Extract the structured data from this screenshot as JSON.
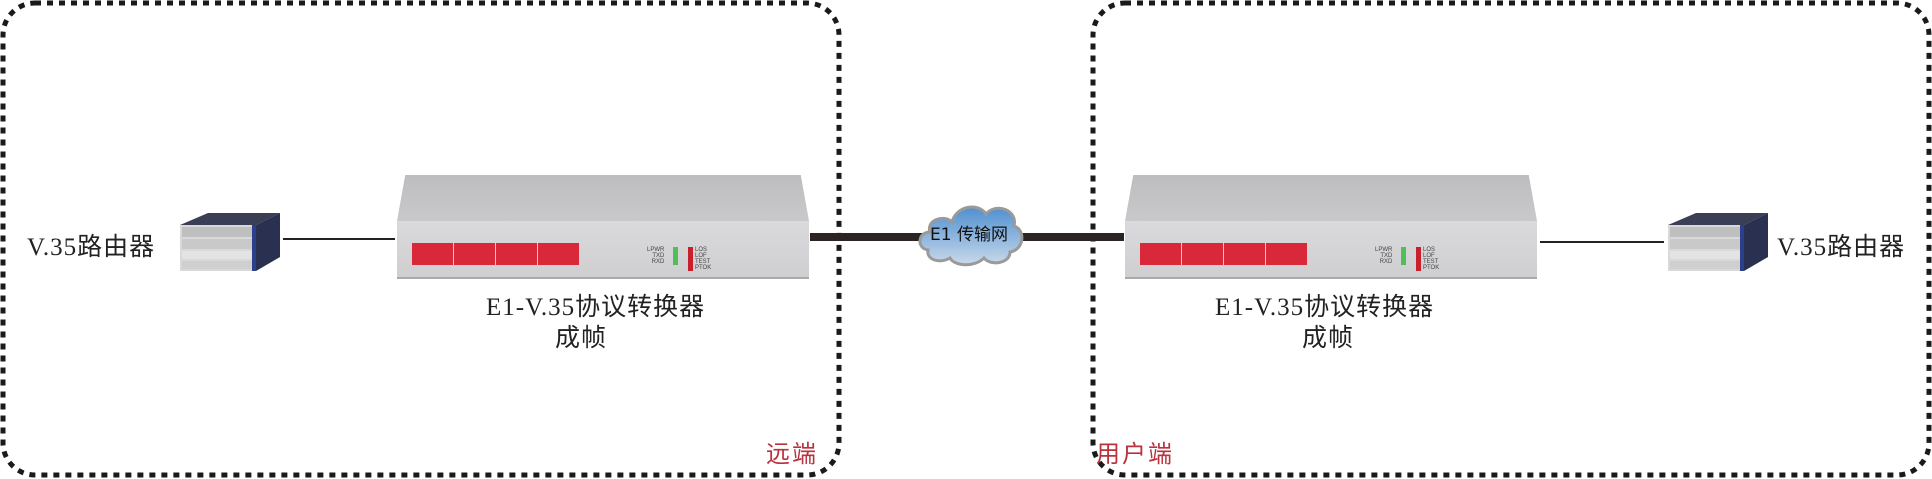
{
  "zones": {
    "remote": {
      "label": "远端"
    },
    "user": {
      "label": "用户端"
    }
  },
  "colors": {
    "zone_label": "#b8323f",
    "border": "#1a1a1a",
    "link": "#2b2422",
    "dip_switch": "#d8283a",
    "cloud": "#6fa3d6"
  },
  "left": {
    "router_label": "V.35路由器",
    "device_label": "E1-V.35协议转换器",
    "device_sublabel": "成帧"
  },
  "right": {
    "router_label": "V.35路由器",
    "device_label": "E1-V.35协议转换器",
    "device_sublabel": "成帧"
  },
  "network": {
    "label": "E1 传输网"
  },
  "device_panel": {
    "leds_green": [
      "LPWR",
      "TXD",
      "RXD"
    ],
    "leds_red": [
      "LOS",
      "LOF",
      "TEST",
      "PTOK"
    ]
  },
  "icons": [
    "router-icon",
    "converter-device-icon",
    "cloud-icon"
  ]
}
